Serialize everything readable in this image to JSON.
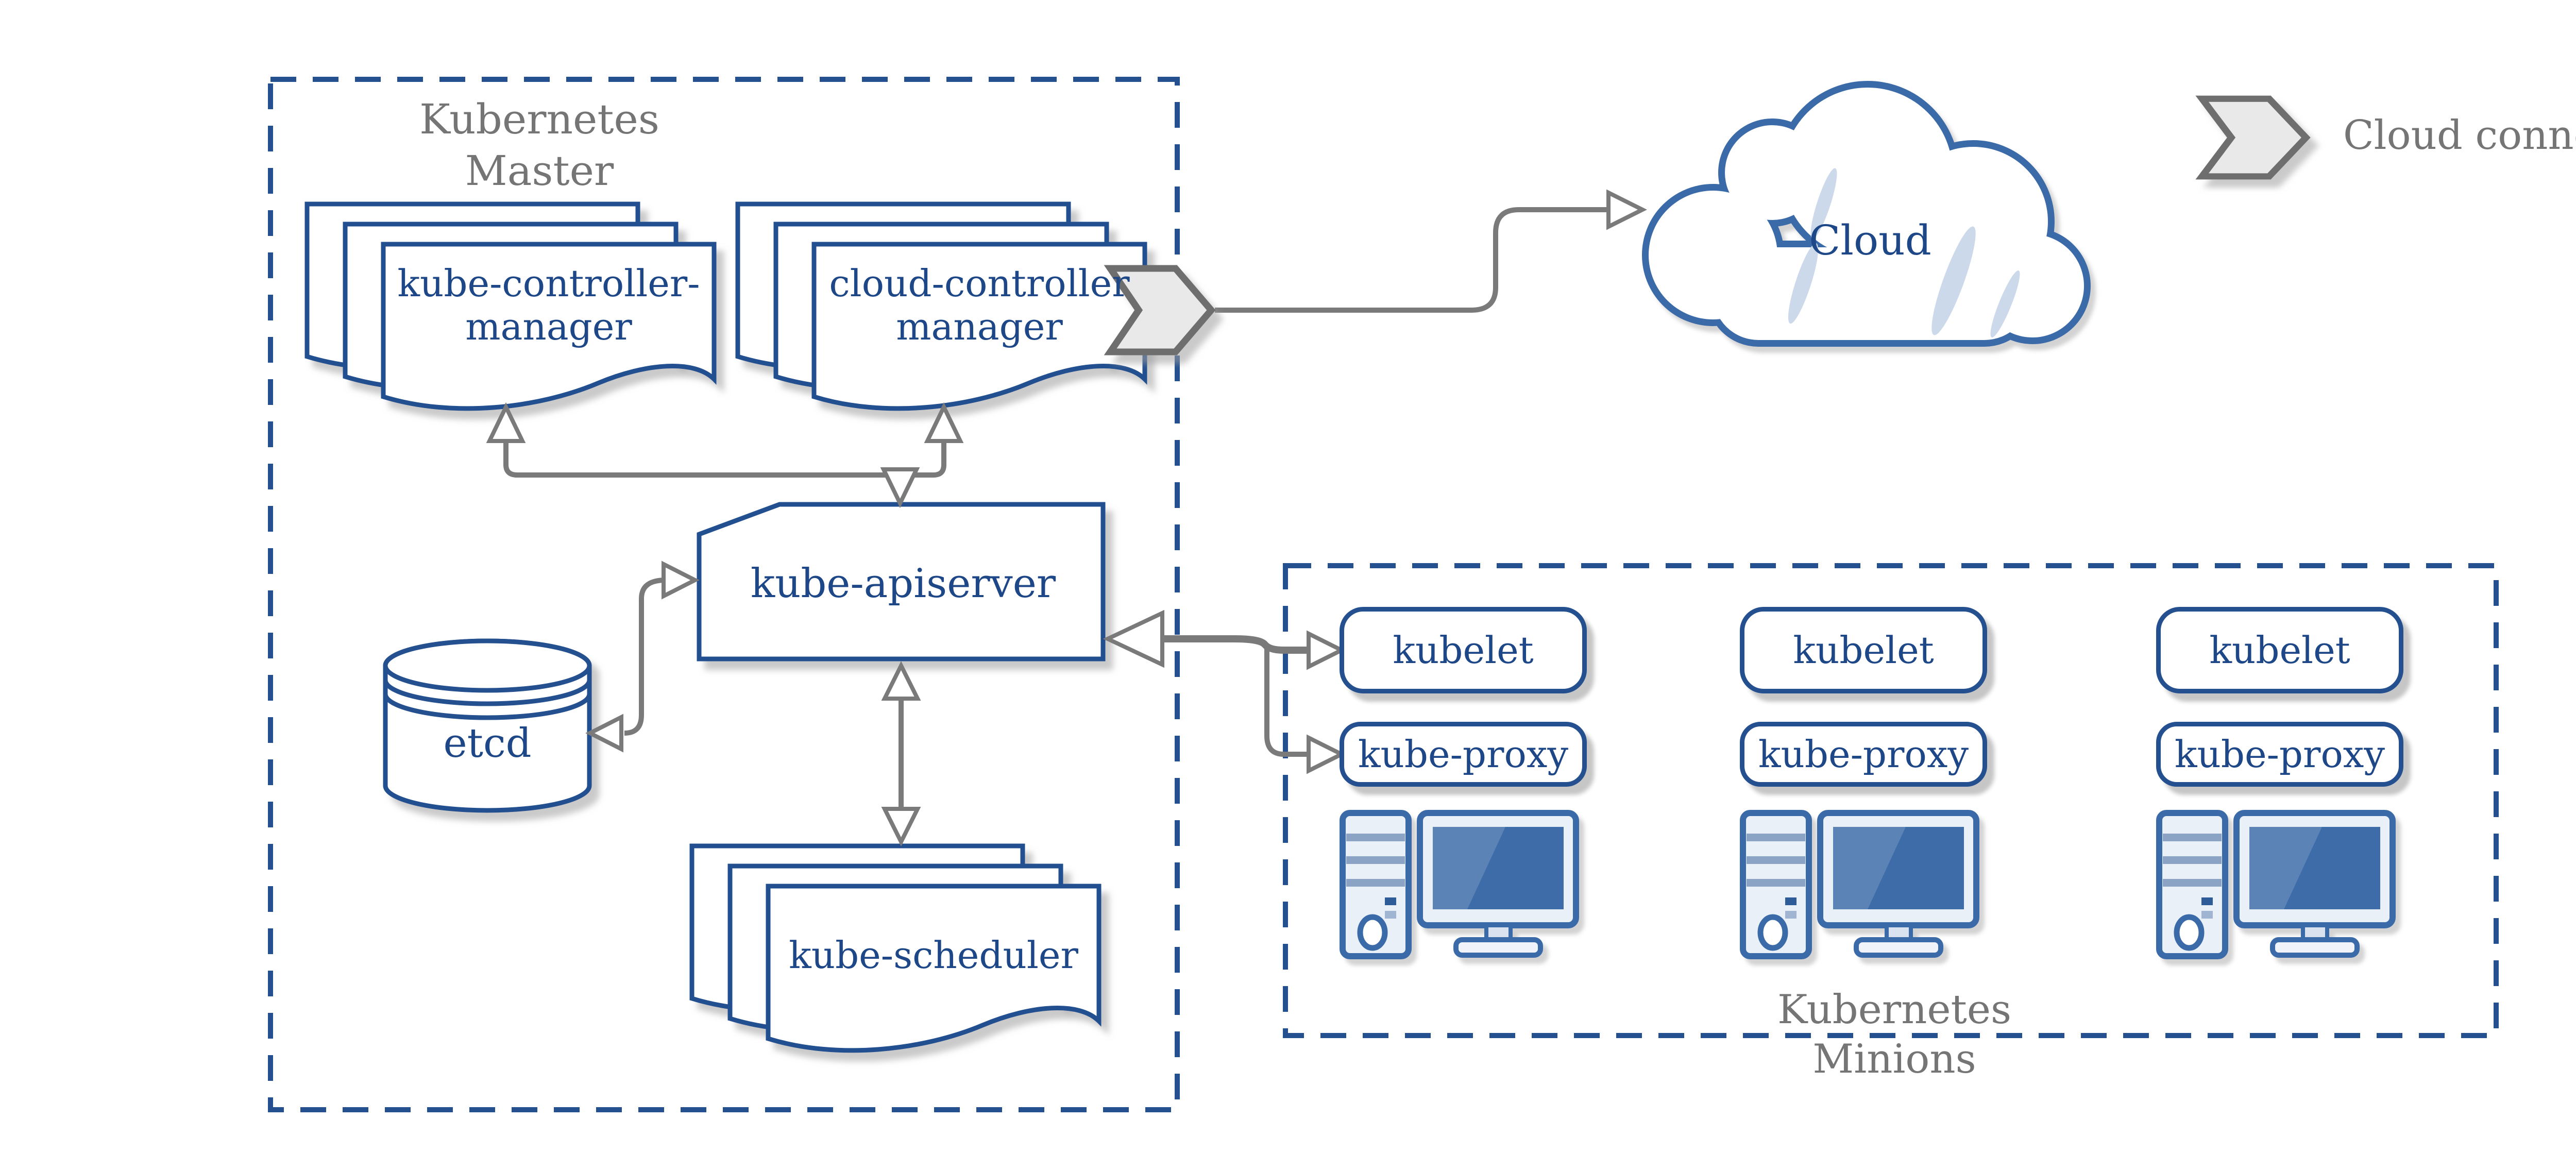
{
  "master": {
    "label": "Kubernetes\nMaster",
    "components": {
      "kube_controller_manager": "kube-controller-\nmanager",
      "cloud_controller_manager": "cloud-controller\nmanager",
      "kube_apiserver": "kube-apiserver",
      "etcd": "etcd",
      "kube_scheduler": "kube-scheduler"
    }
  },
  "cloud": {
    "label": "Cloud"
  },
  "legend": {
    "label": "Cloud connector"
  },
  "minions": {
    "label": "Kubernetes\nMinions",
    "nodes": [
      {
        "kubelet": "kubelet",
        "kube_proxy": "kube-proxy"
      },
      {
        "kubelet": "kubelet",
        "kube_proxy": "kube-proxy"
      },
      {
        "kubelet": "kubelet",
        "kube_proxy": "kube-proxy"
      }
    ]
  },
  "colors": {
    "shape_border_blue": "#24508F",
    "text_blue": "#1E4788",
    "icon_blue": "#3A6BA8",
    "screen_blue": "#3D6CA8",
    "screen_sheen": "#5B83B5",
    "cloud_sliver": "#CBD9EA",
    "label_gray": "#757575",
    "arrow_gray": "#7a7a7a",
    "connector_fill": "#E9E9E9",
    "connector_border": "#6E6E6E",
    "shadow_gray": "#9e9e9e"
  }
}
